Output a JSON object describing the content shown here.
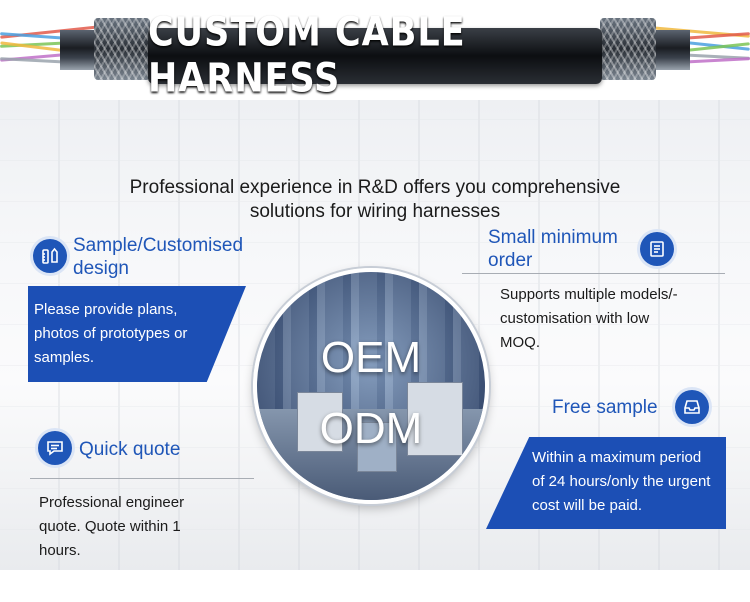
{
  "banner": {
    "title": "CUSTOM CABLE HARNESS"
  },
  "headline": {
    "line1": "Professional experience in R&D offers you comprehensive",
    "line2": "solutions for wiring harnesses"
  },
  "center": {
    "line1": "OEM",
    "line2": "ODM"
  },
  "features": {
    "sample": {
      "title_line1": "Sample/Customised",
      "title_line2": "design",
      "desc_line1": "Please provide plans,",
      "desc_line2": "photos of prototypes or",
      "desc_line3": "samples.",
      "icon": "pencil-ruler-icon"
    },
    "moq": {
      "title_line1": "Small minimum",
      "title_line2": "order",
      "desc_line1": "Supports multiple models/-",
      "desc_line2": "customisation with low",
      "desc_line3": "MOQ.",
      "icon": "document-list-icon"
    },
    "quote": {
      "title": "Quick quote",
      "desc_line1": "Professional engineer",
      "desc_line2": "quote. Quote within 1",
      "desc_line3": "hours.",
      "icon": "chat-bubble-icon"
    },
    "free_sample": {
      "title": "Free sample",
      "desc_line1": "Within a maximum period",
      "desc_line2": "of 24 hours/only the urgent",
      "desc_line3": "cost will be paid.",
      "icon": "inbox-tray-icon"
    }
  },
  "colors": {
    "accent": "#1f56b8",
    "panel": "#1c4fb5"
  }
}
